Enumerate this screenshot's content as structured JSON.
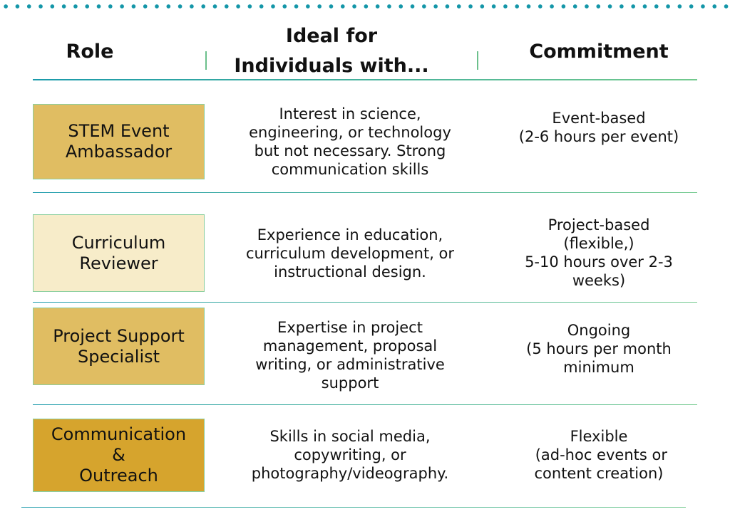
{
  "header": {
    "role": "Role",
    "ideal_line1": "Ideal for",
    "ideal_line2": "Individuals with...",
    "commitment": "Commitment"
  },
  "colors": {
    "dots": "#1496a8",
    "rule_start": "#1a9aab",
    "rule_end": "#72c98d",
    "gold_medium": "#e0bd62",
    "cream": "#f7ecc9",
    "gold_dark": "#d6a42d"
  },
  "rows": [
    {
      "role_lines": [
        "STEM Event",
        "Ambassador"
      ],
      "box_color": "#e0bd62",
      "ideal_lines": [
        "Interest in science,",
        "engineering, or technology",
        "but not necessary. Strong",
        "communication skills"
      ],
      "commitment_lines": [
        "Event-based",
        "(2-6 hours per event)"
      ]
    },
    {
      "role_lines": [
        "Curriculum",
        "Reviewer"
      ],
      "box_color": "#f7ecc9",
      "ideal_lines": [
        "Experience in education,",
        "curriculum development, or",
        "instructional design."
      ],
      "commitment_lines": [
        "Project-based",
        "(flexible,)",
        "5-10 hours over 2-3",
        "weeks)"
      ]
    },
    {
      "role_lines": [
        "Project Support",
        "Specialist"
      ],
      "box_color": "#e0bd62",
      "ideal_lines": [
        "Expertise in project",
        "management, proposal",
        "writing, or administrative",
        "support"
      ],
      "commitment_lines": [
        "Ongoing",
        "(5 hours per month",
        "minimum"
      ]
    },
    {
      "role_lines": [
        "Communication",
        "&",
        "Outreach"
      ],
      "box_color": "#d6a42d",
      "ideal_lines": [
        "Skills in social media,",
        "copywriting, or",
        "photography/videography."
      ],
      "commitment_lines": [
        "Flexible",
        " (ad-hoc events or",
        "content creation)"
      ]
    }
  ]
}
